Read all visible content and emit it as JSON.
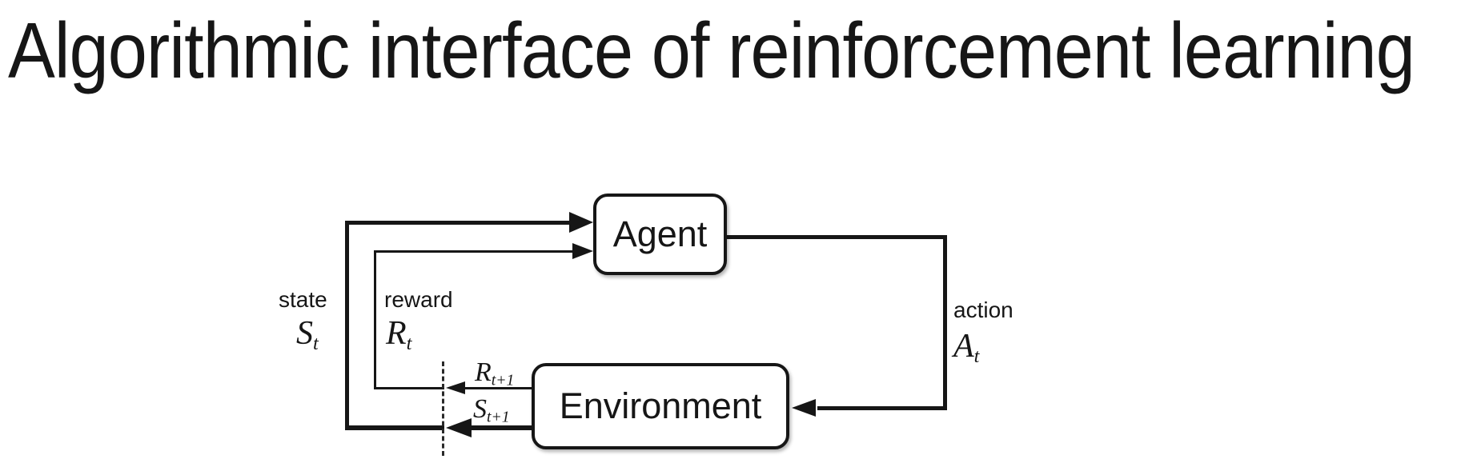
{
  "slide": {
    "title": "Algorithmic interface of reinforcement learning"
  },
  "diagram": {
    "agent_label": "Agent",
    "environment_label": "Environment",
    "state": {
      "word": "state",
      "base": "S",
      "sub": "t"
    },
    "reward": {
      "word": "reward",
      "base": "R",
      "sub": "t"
    },
    "action": {
      "word": "action",
      "base": "A",
      "sub": "t"
    },
    "next_reward": {
      "base": "R",
      "sub": "t+1"
    },
    "next_state": {
      "base": "S",
      "sub": "t+1"
    },
    "colors": {
      "line": "#161616",
      "text": "#161616",
      "background": "#ffffff"
    }
  }
}
